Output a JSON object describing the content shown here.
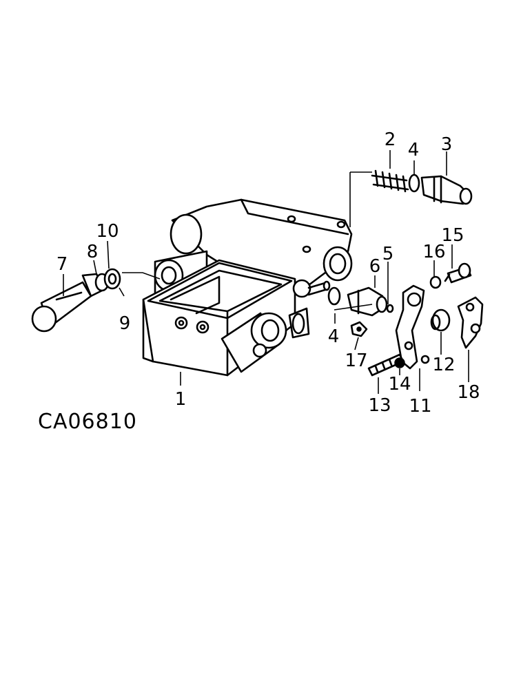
{
  "drawing": {
    "reference_code": "CA06810",
    "callouts": [
      "1",
      "2",
      "3",
      "4",
      "4",
      "5",
      "6",
      "7",
      "8",
      "9",
      "10",
      "11",
      "12",
      "13",
      "14",
      "15",
      "16",
      "17",
      "18"
    ]
  }
}
